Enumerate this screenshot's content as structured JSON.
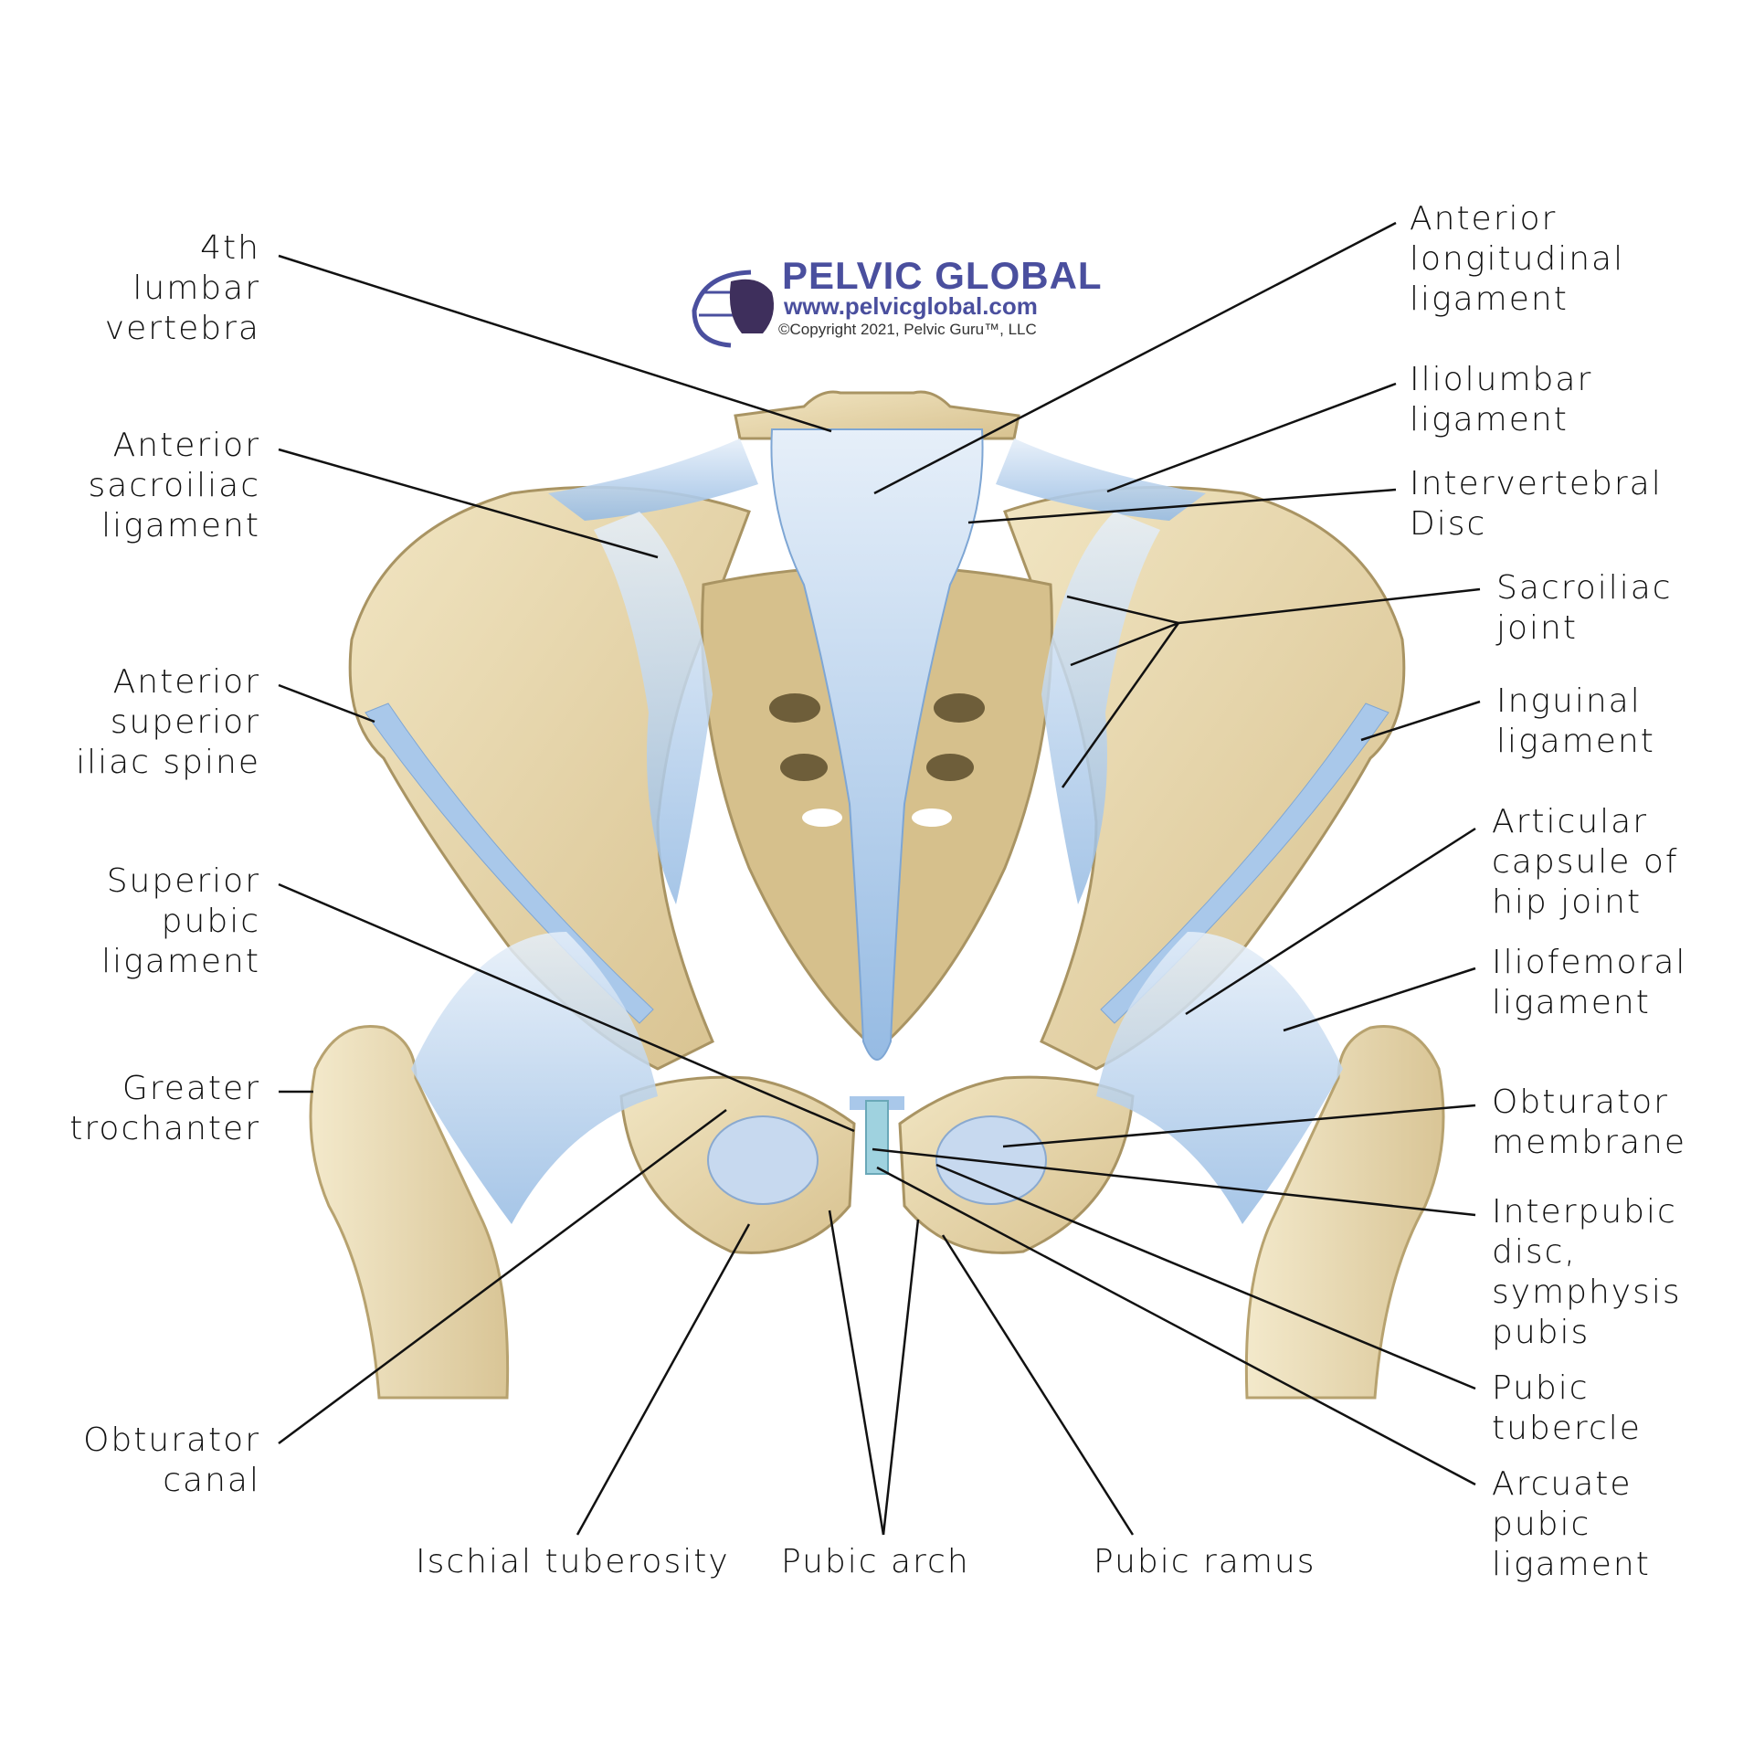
{
  "logo": {
    "title": "PELVIC GLOBAL",
    "url": "www.pelvicglobal.com",
    "copyright": "©Copyright 2021, Pelvic Guru™, LLC"
  },
  "labels": {
    "lumbar": [
      "4th",
      "lumbar",
      "vertebra"
    ],
    "ant_sacroiliac": [
      "Anterior",
      "sacroiliac",
      "ligament"
    ],
    "asis": [
      "Anterior",
      "superior",
      "iliac spine"
    ],
    "sup_pubic": [
      "Superior",
      "pubic",
      "ligament"
    ],
    "greater_troch": [
      "Greater",
      "trochanter"
    ],
    "obturator_canal": [
      "Obturator",
      "canal"
    ],
    "ischial": [
      "Ischial tuberosity"
    ],
    "pubic_arch": [
      "Pubic arch"
    ],
    "pubic_ramus": [
      "Pubic ramus"
    ],
    "ant_longitudinal": [
      "Anterior",
      "longitudinal",
      "ligament"
    ],
    "iliolumbar": [
      "Iliolumbar",
      "ligament"
    ],
    "intervertebral": [
      "Intervertebral",
      "Disc"
    ],
    "sacroiliac_joint": [
      "Sacroiliac",
      "joint"
    ],
    "inguinal": [
      "Inguinal",
      "ligament"
    ],
    "articular_capsule": [
      "Articular",
      "capsule of",
      "hip joint"
    ],
    "iliofemoral": [
      "Iliofemoral",
      "ligament"
    ],
    "obturator_membrane": [
      "Obturator",
      "membrane"
    ],
    "interpubic": [
      "Interpubic",
      "disc,",
      "symphysis",
      "pubis"
    ],
    "pubic_tubercle": [
      "Pubic",
      "tubercle"
    ],
    "arcuate": [
      "Arcuate",
      "pubic",
      "ligament"
    ]
  },
  "colors": {
    "bone": "#e8d9ae",
    "bone_shade": "#c9b27a",
    "bone_edge": "#a99463",
    "ligament": "#a9c8ea",
    "ligament_light": "#dbe8f6",
    "ligament_dark": "#7ea6d4",
    "cavity": "#6e5e3a",
    "logo": "#4a4f9e",
    "leader": "#111111"
  }
}
